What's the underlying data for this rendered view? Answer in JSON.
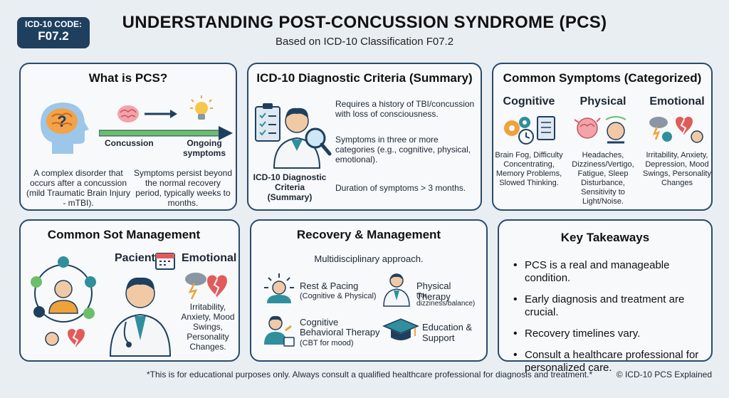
{
  "header": {
    "code_badge_label": "ICD-10 CODE:",
    "code_badge_value": "F07.2",
    "title": "UNDERSTANDING POST-CONCUSSION SYNDROME (PCS)",
    "subtitle": "Based on ICD-10 Classification F07.2"
  },
  "what_is": {
    "title": "What is PCS?",
    "concussion_label": "Concussion",
    "ongoing_label": "Ongoing symptoms",
    "desc_left": "A complex disorder that occurs after a concussion (mild Traumatic Brain Injury - mTBI).",
    "desc_right": "Symptoms persist beyond the normal recovery period, typically weeks to months."
  },
  "criteria": {
    "title": "ICD-10 Diagnostic Criteria (Summary)",
    "icon_caption": "ICD-10 Diagnostic Criteria (Summary)",
    "items": [
      "Requires a history of TBI/concussion with loss of consciousness.",
      "Symptoms in three or more categories (e.g., cognitive, physical, emotional).",
      "Duration of symptoms > 3 months."
    ]
  },
  "symptoms": {
    "title": "Common Symptoms (Categorized)",
    "columns": [
      {
        "heading": "Cognitive",
        "text": "Brain Fog, Difficulty Concentrating, Memory Problems, Slowed Thinking."
      },
      {
        "heading": "Physical",
        "text": "Headaches, Dizziness/Vertigo, Fatigue, Sleep Disturbance, Sensitivity to Light/Noise."
      },
      {
        "heading": "Emotional",
        "text": "Irritability, Anxiety, Depression, Mood Swings, Personality Changes"
      }
    ]
  },
  "sot": {
    "title": "Common Sot Management",
    "pacient_label": "Pacient",
    "emotional_label": "Emotional",
    "emotional_text": "Irritability, Anxiety, Mood Swings, Personality Changes."
  },
  "recovery": {
    "title": "Recovery & Management",
    "subtitle": "Multidisciplinary approach.",
    "items": [
      {
        "label": "Rest & Pacing",
        "sub": "(Cognitive & Physical)"
      },
      {
        "label": "Physical Therapy",
        "sub": "(for dizziness/balance)"
      },
      {
        "label": "Cognitive Behavioral Therapy",
        "sub": "(CBT for mood)"
      },
      {
        "label": "Education & Support",
        "sub": ""
      }
    ]
  },
  "takeaways": {
    "title": "Key Takeaways",
    "items": [
      "PCS is a real and manageable condition.",
      "Early diagnosis and treatment are crucial.",
      "Recovery timelines vary.",
      "Consult a healthcare professional for personalized care."
    ]
  },
  "footer": {
    "disclaimer": "*This is for educational purposes only. Always consult a qualified healthcare professional for diagnosis and treatment.*",
    "credit": "© ICD-10 PCS Explained"
  },
  "colors": {
    "navy": "#1f3f5f",
    "teal": "#2f8f9d",
    "green": "#6bbf6a",
    "orange": "#f0a23a",
    "red": "#e25b5b"
  }
}
